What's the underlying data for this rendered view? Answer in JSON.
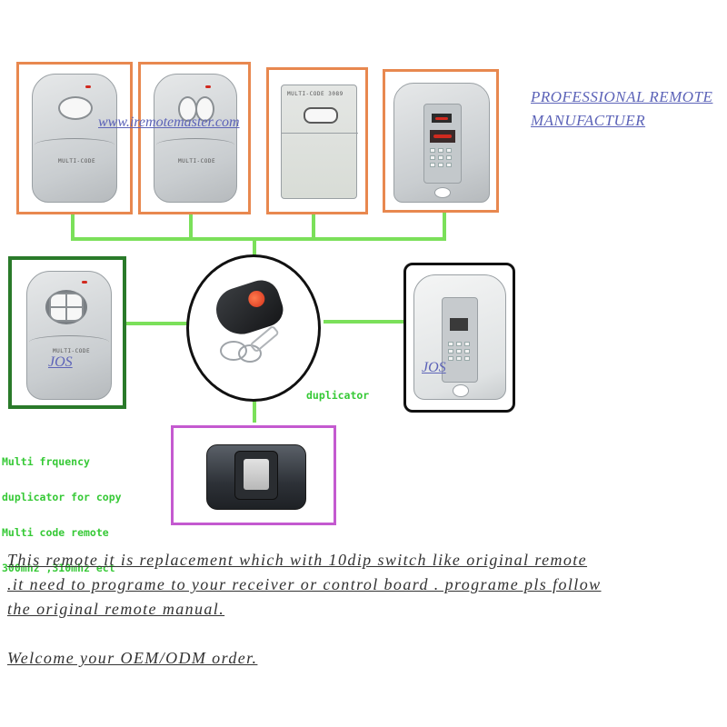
{
  "watermark": "www.iremotemaster.com",
  "headline": {
    "line1": "PROFESSIONAL REMOTE",
    "line2": "MANUFACTUER"
  },
  "remote_labels": {
    "multicode": "MULTI-CODE",
    "multicode_split": "MULTI-CODE 3089",
    "jos": "JOS"
  },
  "center_label": "duplicator",
  "features": {
    "line1": "Multi frquency",
    "line2": "duplicator for copy",
    "line3": "Multi code remote",
    "line4": "300mhz ,310mhz ect"
  },
  "caption": {
    "line1": "This remote it is replacement which with 10dip switch like original remote",
    "line2": ".it need to programe to your receiver or control board . programe pls follow",
    "line3": "the original remote manual.",
    "line4": "Welcome your OEM/ODM order."
  },
  "colors": {
    "orange_frame": "#e8884f",
    "green_frame": "#2a7a2a",
    "black_frame": "#111111",
    "purple_frame": "#c45ad0",
    "connector": "#7be05a",
    "text_green": "#36c936",
    "text_blue": "#5c63b8"
  }
}
